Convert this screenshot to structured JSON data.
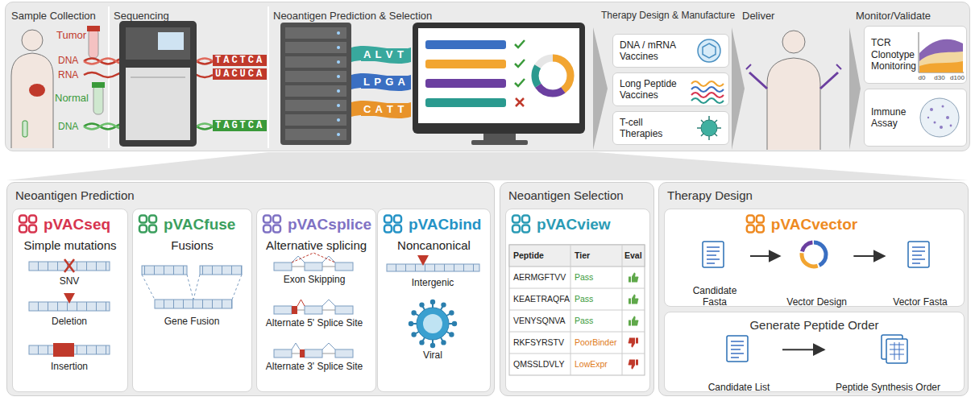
{
  "diagram": {
    "nodes": [
      {
        "text": [
          "Sample Collection"
        ]
      },
      {
        "text": [
          "Sequencing"
        ]
      },
      {
        "text": [
          "Neoantigen Prediction & Selection"
        ]
      },
      {
        "text": [
          "Therapy Design & Manufacture"
        ]
      },
      {
        "text": [
          "DNA / mRNA Vaccines"
        ],
        "in": 3
      },
      {
        "text": [
          "Long Peptide Vaccines"
        ],
        "in": 3
      },
      {
        "text": [
          "T-cell Therapies"
        ],
        "in": 3
      },
      {
        "text": [
          "Deliver"
        ]
      },
      {
        "text": [
          "Monitor/Validate"
        ]
      },
      {
        "text": [
          "TCR Clonotype Monitoring"
        ],
        "in": 8
      },
      {
        "text": [
          "Immune Assay"
        ],
        "in": 8
      },
      {
        "text": [
          "Neoantigen Prediction"
        ]
      },
      {
        "text": [
          "pVACseq",
          "Simple mutations"
        ],
        "in": 11
      },
      {
        "text": [
          "pVACfuse",
          "Fusions"
        ],
        "in": 11
      },
      {
        "text": [
          "pVACsplice",
          "Alternative splicing"
        ],
        "in": 11
      },
      {
        "text": [
          "pVACbind",
          "Noncanonical"
        ],
        "in": 11
      },
      {
        "text": [
          "Neoantigen Selection"
        ]
      },
      {
        "text": [
          "pVACview"
        ],
        "in": 16
      },
      {
        "text": [
          "Therapy Design"
        ]
      },
      {
        "text": [
          "pVACvector"
        ],
        "in": 18
      },
      {
        "text": [
          "Candidate Fasta"
        ],
        "in": 19
      },
      {
        "text": [
          "Vector Design"
        ],
        "in": 19
      },
      {
        "text": [
          "Vector Fasta"
        ],
        "in": 19
      },
      {
        "text": [
          "Generate Peptide Order"
        ],
        "in": 18
      },
      {
        "text": [
          "Candidate List"
        ],
        "in": 23
      },
      {
        "text": [
          "Peptide Synthesis Order"
        ],
        "in": 23
      }
    ],
    "edges": [
      {
        "from": 20,
        "to": 21,
        "arrow": "to"
      },
      {
        "from": 21,
        "to": 22,
        "arrow": "to"
      },
      {
        "from": 24,
        "to": 25,
        "arrow": "to"
      }
    ],
    "labels": [
      "Tumor",
      "DNA",
      "RNA",
      "Normal",
      "DNA",
      "TACTCA",
      "UACUCA",
      "TAGTCA",
      "A L V T",
      "L P G A",
      "C A T T",
      "d0",
      "d30",
      "d100",
      "SNV",
      "Deletion",
      "Insertion",
      "Gene Fusion",
      "Exon Skipping",
      "Alternate 5' Splice Site",
      "Alternate 3' Splice Site",
      "Intergenic",
      "Viral",
      "Peptide",
      "Tier",
      "Eval",
      "AERMGFTVV",
      "Pass",
      "KEAETRAQFA",
      "Pass",
      "VENYSQNVA",
      "Pass",
      "RKFSYRSTV",
      "PoorBinder",
      "QMSSLDVLY",
      "LowExpr"
    ]
  }
}
